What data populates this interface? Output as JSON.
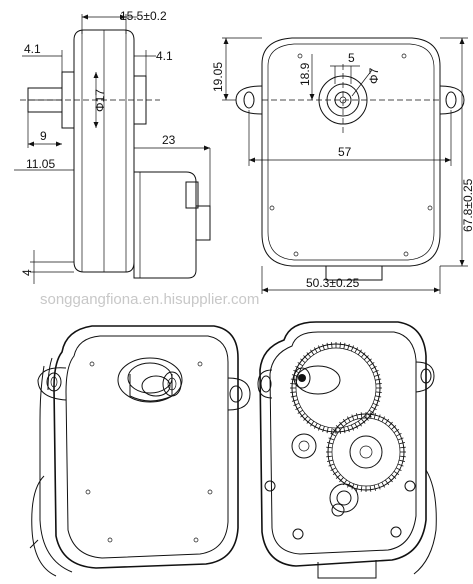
{
  "dimensions": {
    "side_width": "15.5±0.2",
    "side_left_offset": "4.1",
    "side_right_offset": "4.1",
    "shaft_diameter": "Φ17",
    "shaft_len_a": "9",
    "shaft_len_b": "11.05",
    "motor_len": "23",
    "bottom_gap": "4",
    "front_top": "19.05",
    "front_shaft_off": "18.9",
    "shaft_flat": "5",
    "shaft_dia": "Φ7",
    "hole_spacing": "57",
    "front_height": "67.8±0.25",
    "front_width": "50.3±0.25"
  },
  "watermark": "songgangfiona.en.hisupplier.com"
}
